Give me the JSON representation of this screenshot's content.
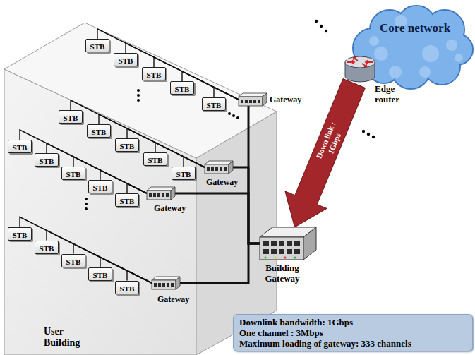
{
  "diagram": {
    "nodes": [
      {
        "text": [
          "User Building"
        ]
      },
      {
        "text": [
          "STB"
        ],
        "in": 0
      },
      {
        "text": [
          "STB"
        ],
        "in": 0
      },
      {
        "text": [
          "STB"
        ],
        "in": 0
      },
      {
        "text": [
          "STB"
        ],
        "in": 0
      },
      {
        "text": [
          "STB"
        ],
        "in": 0
      },
      {
        "text": [
          "Gateway"
        ],
        "in": 0
      },
      {
        "text": [
          "STB"
        ],
        "in": 0
      },
      {
        "text": [
          "STB"
        ],
        "in": 0
      },
      {
        "text": [
          "STB"
        ],
        "in": 0
      },
      {
        "text": [
          "STB"
        ],
        "in": 0
      },
      {
        "text": [
          "STB"
        ],
        "in": 0
      },
      {
        "text": [
          "Gateway"
        ],
        "in": 0
      },
      {
        "text": [
          "STB"
        ],
        "in": 0
      },
      {
        "text": [
          "STB"
        ],
        "in": 0
      },
      {
        "text": [
          "STB"
        ],
        "in": 0
      },
      {
        "text": [
          "STB"
        ],
        "in": 0
      },
      {
        "text": [
          "STB"
        ],
        "in": 0
      },
      {
        "text": [
          "Gateway"
        ],
        "in": 0
      },
      {
        "text": [
          "STB"
        ],
        "in": 0
      },
      {
        "text": [
          "STB"
        ],
        "in": 0
      },
      {
        "text": [
          "STB"
        ],
        "in": 0
      },
      {
        "text": [
          "STB"
        ],
        "in": 0
      },
      {
        "text": [
          "STB"
        ],
        "in": 0
      },
      {
        "text": [
          "Gateway"
        ],
        "in": 0
      },
      {
        "text": [
          "Core network"
        ]
      },
      {
        "text": [
          "Edge router"
        ]
      },
      {
        "text": [
          "Building Gateway"
        ]
      },
      {
        "text": [
          "Downlink bandwidth: 1Gbps",
          "One channel : 3Mbps",
          "Maximum loading of gateway: 333 channels"
        ]
      }
    ],
    "edges": [
      {
        "from": 6,
        "to": 1,
        "arrow": "none"
      },
      {
        "from": 6,
        "to": 2,
        "arrow": "none"
      },
      {
        "from": 6,
        "to": 3,
        "arrow": "none"
      },
      {
        "from": 6,
        "to": 4,
        "arrow": "none"
      },
      {
        "from": 6,
        "to": 5,
        "arrow": "none"
      },
      {
        "from": 12,
        "to": 7,
        "arrow": "none"
      },
      {
        "from": 12,
        "to": 8,
        "arrow": "none"
      },
      {
        "from": 12,
        "to": 9,
        "arrow": "none"
      },
      {
        "from": 12,
        "to": 10,
        "arrow": "none"
      },
      {
        "from": 12,
        "to": 11,
        "arrow": "none"
      },
      {
        "from": 18,
        "to": 13,
        "arrow": "none"
      },
      {
        "from": 18,
        "to": 14,
        "arrow": "none"
      },
      {
        "from": 18,
        "to": 15,
        "arrow": "none"
      },
      {
        "from": 18,
        "to": 16,
        "arrow": "none"
      },
      {
        "from": 18,
        "to": 17,
        "arrow": "none"
      },
      {
        "from": 24,
        "to": 19,
        "arrow": "none"
      },
      {
        "from": 24,
        "to": 20,
        "arrow": "none"
      },
      {
        "from": 24,
        "to": 21,
        "arrow": "none"
      },
      {
        "from": 24,
        "to": 22,
        "arrow": "none"
      },
      {
        "from": 24,
        "to": 23,
        "arrow": "none"
      },
      {
        "from": 6,
        "to": 27,
        "arrow": "none"
      },
      {
        "from": 12,
        "to": 27,
        "arrow": "none"
      },
      {
        "from": 18,
        "to": 27,
        "arrow": "none"
      },
      {
        "from": 24,
        "to": 27,
        "arrow": "none"
      },
      {
        "from": 26,
        "to": 27,
        "label": "Down link : 1Gbps",
        "arrow": "to"
      }
    ]
  }
}
